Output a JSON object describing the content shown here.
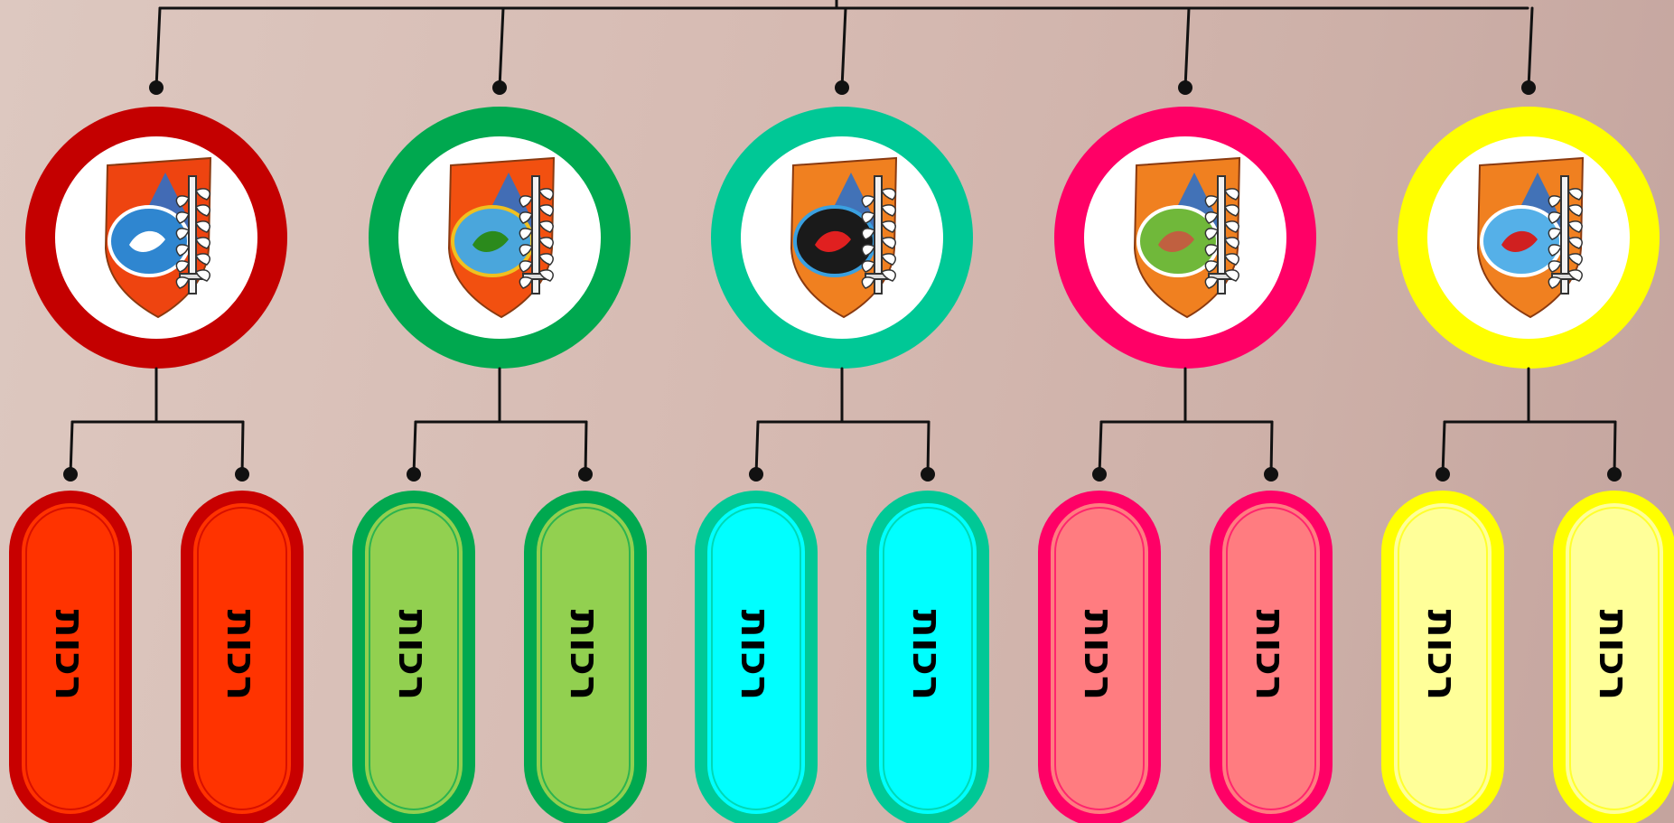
{
  "diagram": {
    "line_color": "#111111",
    "units": [
      {
        "name": "unit-1",
        "ring_color": "#c40000",
        "emblem": {
          "icon": "deer-emblem-icon",
          "shield": "#ee4410",
          "disc": "#2f86d0",
          "disc_stroke": "#ffffff",
          "glyph": "#ffffff"
        },
        "children": [
          {
            "label": "רכות",
            "outer": "#c80000",
            "inner": "#ff3300"
          },
          {
            "label": "רכות",
            "outer": "#c80000",
            "inner": "#ff3300"
          }
        ]
      },
      {
        "name": "unit-2",
        "ring_color": "#00a84f",
        "emblem": {
          "icon": "tree-emblem-icon",
          "shield": "#f25010",
          "disc": "#4aa6dc",
          "disc_stroke": "#f0c020",
          "glyph": "#2b8a1c"
        },
        "children": [
          {
            "label": "רכות",
            "outer": "#00a84f",
            "inner": "#92d050"
          },
          {
            "label": "רכות",
            "outer": "#00a84f",
            "inner": "#92d050"
          }
        ]
      },
      {
        "name": "unit-3",
        "ring_color": "#00c896",
        "emblem": {
          "icon": "dragon-emblem-icon",
          "shield": "#f08020",
          "disc": "#1a1a1a",
          "disc_stroke": "#3aa0e0",
          "glyph": "#e02020"
        },
        "children": [
          {
            "label": "רכות",
            "outer": "#00c896",
            "inner": "#00ffff"
          },
          {
            "label": "רכות",
            "outer": "#00c896",
            "inner": "#00ffff"
          }
        ]
      },
      {
        "name": "unit-4",
        "ring_color": "#ff0066",
        "emblem": {
          "icon": "gate-emblem-icon",
          "shield": "#f08020",
          "disc": "#70b83a",
          "disc_stroke": "#ffffff",
          "glyph": "#c06040"
        },
        "children": [
          {
            "label": "רכות",
            "outer": "#ff0066",
            "inner": "#ff7c80"
          },
          {
            "label": "רכות",
            "outer": "#ff0066",
            "inner": "#ff7c80"
          }
        ]
      },
      {
        "name": "unit-5",
        "ring_color": "#ffff00",
        "emblem": {
          "icon": "tower-emblem-icon",
          "shield": "#f08020",
          "disc": "#55b0e8",
          "disc_stroke": "#ffffff",
          "glyph": "#d02020"
        },
        "children": [
          {
            "label": "רכות",
            "outer": "#ffff00",
            "inner": "#ffff99"
          },
          {
            "label": "רכות",
            "outer": "#ffff00",
            "inner": "#ffff99"
          }
        ]
      }
    ]
  }
}
